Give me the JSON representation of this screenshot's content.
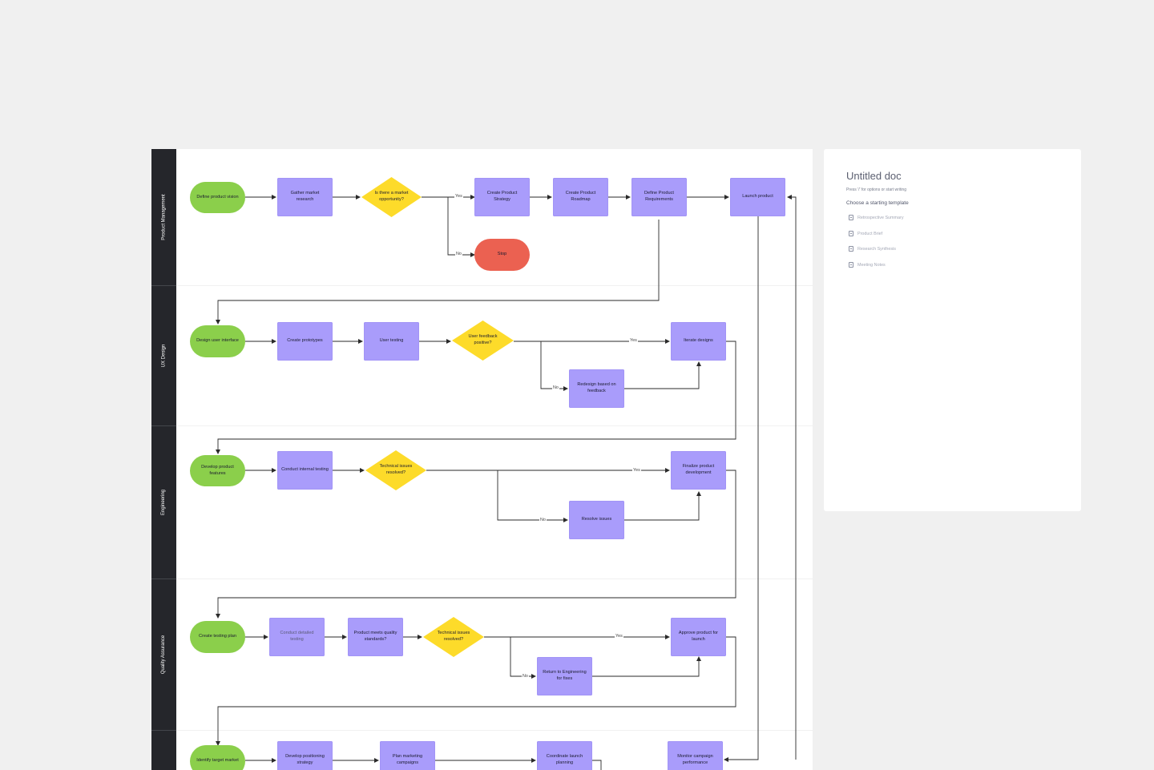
{
  "lanes": [
    {
      "id": "pm",
      "label": "Product Management"
    },
    {
      "id": "ux",
      "label": "UX Design"
    },
    {
      "id": "eng",
      "label": "Engineering"
    },
    {
      "id": "qa",
      "label": "Quality Assurance"
    }
  ],
  "nodes": {
    "define_vision": "Define product vision",
    "gather_research": "Gather market research",
    "market_opportunity": "Is there a market opportunity?",
    "create_strategy": "Create Product Strategy",
    "create_roadmap": "Create  Product Roadmap",
    "define_requirements": "Define Product Requirements",
    "launch_product": "Launch product",
    "stop": "Stop",
    "design_ui": "Design user interface",
    "create_prototypes": "Create prototypes",
    "user_testing": "User testing",
    "feedback_positive": "User feedback positive?",
    "iterate_designs": "Iterate designs",
    "redesign_feedback": "Redesign based on feedback",
    "develop_features": "Develop product features",
    "internal_testing": "Conduct internal testing",
    "tech_issues_eng": "Technical issues resolved?",
    "finalize_dev": "Finalize product development",
    "resolve_issues": "Resolve issues",
    "testing_plan": "Create testing plan",
    "detailed_testing": "Conduct detailed testing",
    "quality_standards": "Product meets quality standards?",
    "tech_issues_qa": "Technical issues resolved?",
    "approve_launch": "Approve product for launch",
    "return_eng": "Return to Engineering for fixes",
    "identify_market": "Identify target market",
    "positioning": "Develop positioning strategy",
    "marketing_campaigns": "Plan marketing campaigns",
    "coordinate_launch": "Coordinate launch planning",
    "monitor_campaign": "Monitor campaign performance"
  },
  "edge_labels": {
    "yes": "Yes",
    "no": "No"
  },
  "colors": {
    "terminal": "#8bcf4b",
    "process": "#a99cfb",
    "decision": "#fddb2a",
    "stop": "#eb6151",
    "lane_bar": "#25262b"
  },
  "doc_panel": {
    "title": "Untitled doc",
    "hint": "Press '/' for options or start writing",
    "choose_label": "Choose a starting template",
    "templates": [
      {
        "label": "Retrospective Summary",
        "icon": "document-icon"
      },
      {
        "label": "Product Brief",
        "icon": "document-icon"
      },
      {
        "label": "Research Synthesis",
        "icon": "document-icon"
      },
      {
        "label": "Meeting Notes",
        "icon": "document-icon"
      }
    ]
  }
}
